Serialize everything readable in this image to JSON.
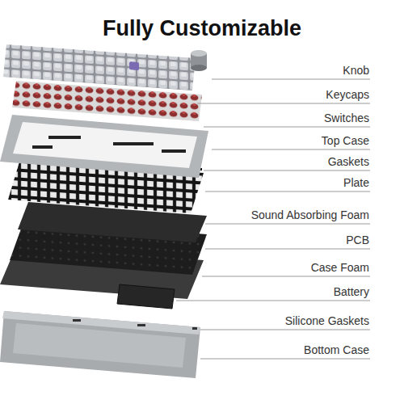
{
  "diagram": {
    "title": "Fully Customizable",
    "labels": [
      "Knob",
      "Keycaps",
      "Switches",
      "Top Case",
      "Gaskets",
      "Plate",
      "Sound Absorbing Foam",
      "PCB",
      "Case Foam",
      "Battery",
      "Silicone Gaskets",
      "Bottom Case"
    ]
  }
}
